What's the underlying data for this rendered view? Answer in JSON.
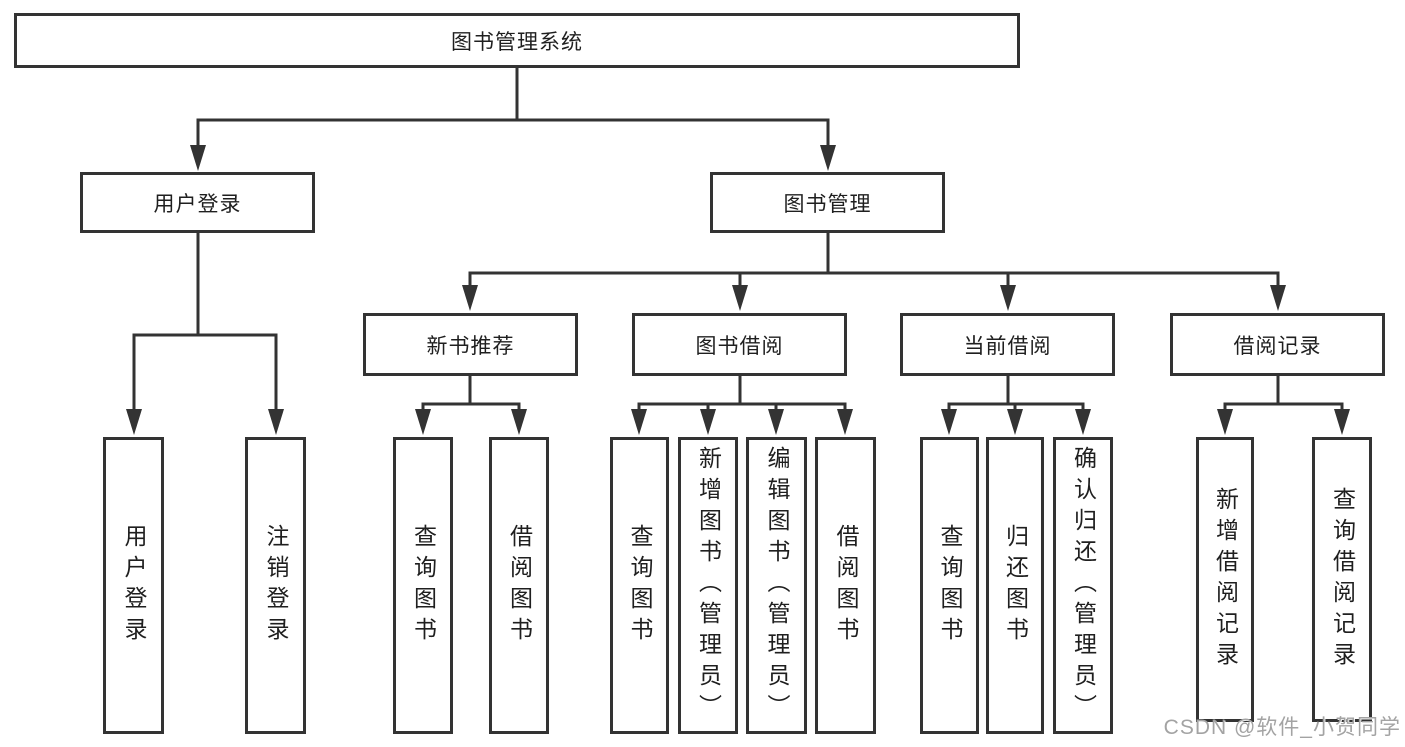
{
  "diagram": {
    "type": "hierarchy-tree",
    "root": {
      "label": "图书管理系统",
      "children": [
        {
          "label": "用户登录",
          "children": [
            {
              "label": "用户登录"
            },
            {
              "label": "注销登录"
            }
          ]
        },
        {
          "label": "图书管理",
          "children": [
            {
              "label": "新书推荐",
              "children": [
                {
                  "label": "查询图书"
                },
                {
                  "label": "借阅图书"
                }
              ]
            },
            {
              "label": "图书借阅",
              "children": [
                {
                  "label": "查询图书"
                },
                {
                  "label": "新增图书（管理员）"
                },
                {
                  "label": "编辑图书（管理员）"
                },
                {
                  "label": "借阅图书"
                }
              ]
            },
            {
              "label": "当前借阅",
              "children": [
                {
                  "label": "查询图书"
                },
                {
                  "label": "归还图书"
                },
                {
                  "label": "确认归还（管理员）"
                }
              ]
            },
            {
              "label": "借阅记录",
              "children": [
                {
                  "label": "新增借阅记录"
                },
                {
                  "label": "查询借阅记录"
                }
              ]
            }
          ]
        }
      ]
    }
  },
  "watermark": {
    "text": "CSDN @软件_小贺同学"
  },
  "colors": {
    "line": "#333333",
    "box_border": "#333333",
    "box_background": "#ffffff",
    "text": "#1f1f1f",
    "watermark": "#a3a3a3"
  }
}
